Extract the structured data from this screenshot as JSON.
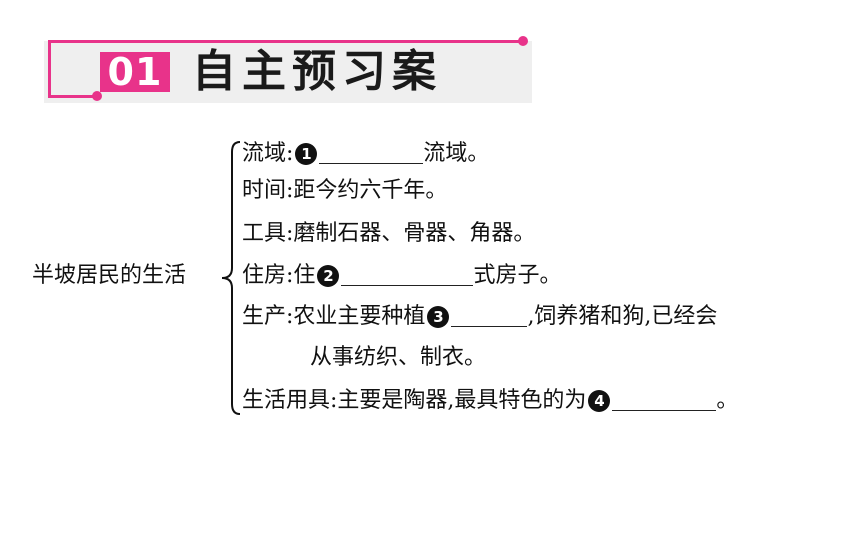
{
  "header": {
    "number": "01",
    "title": "自主预习案"
  },
  "root": "半坡居民的生活",
  "items": {
    "basin": {
      "label": "流域:",
      "marker": "1",
      "after": "流域。"
    },
    "time": {
      "label": "时间:",
      "text": "距今约六千年。"
    },
    "tools": {
      "label": "工具:",
      "text": "磨制石器、骨器、角器。"
    },
    "housing": {
      "label": "住房:",
      "prefix": "住",
      "marker": "2",
      "after": "式房子。"
    },
    "production": {
      "label": "生产:",
      "text1": "农业主要种植",
      "marker": "3",
      "after": ",饲养猪和狗,已经会",
      "line2": "从事纺织、制衣。"
    },
    "utensils": {
      "label": "生活用具:",
      "text": "主要是陶器,最具特色的为",
      "marker": "4",
      "after": "。"
    }
  }
}
